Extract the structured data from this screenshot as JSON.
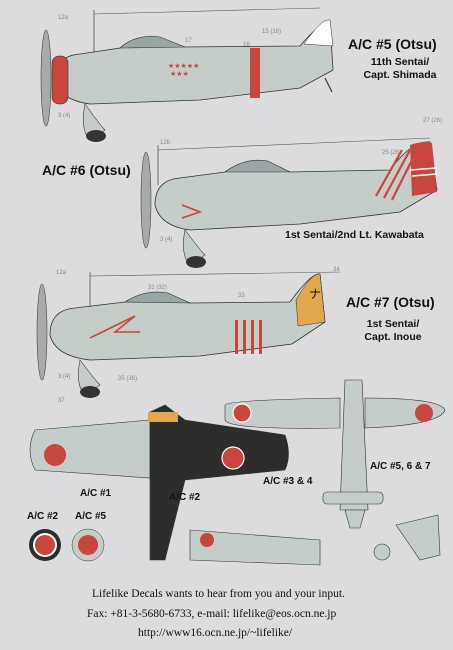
{
  "aircraft": [
    {
      "title": "A/C #5 (Otsu)",
      "unit": "11th Sentai/",
      "pilot": "Capt. Shimada"
    },
    {
      "title": "A/C #6 (Otsu)",
      "unit_pilot": "1st Sentai/2nd Lt. Kawabata"
    },
    {
      "title": "A/C #7 (Otsu)",
      "unit": "1st Sentai/",
      "pilot": "Capt. Inoue"
    }
  ],
  "views": {
    "topview_a": "A/C #1",
    "topview_b": "A/C #2",
    "rear_a": "A/C #2",
    "rear_b": "A/C #5",
    "front_a": "A/C #3 & 4",
    "front_b": "A/C #5, 6 & 7"
  },
  "callouts": {
    "c12a": "12a",
    "c17": "17",
    "c16": "16",
    "c15": "15 (16)",
    "c34": "3 (4)",
    "c12b": "12b",
    "c27": "27 (28)",
    "c25": "25 (26)",
    "c34b": "3 (4)",
    "c12c": "12a",
    "c31": "31 (32)",
    "c33": "33",
    "c34c": "34",
    "c35": "35 (36)",
    "c34d": "3 (4)",
    "c37": "37"
  },
  "footer": {
    "line1": "Lifelike Decals wants to hear from you and your input.",
    "line2": "Fax: +81-3-5680-6733,  e-mail: lifelike@eos.ocn.ne.jp",
    "line3": "http://www16.ocn.ne.jp/~lifelike/"
  },
  "colors": {
    "background": "#dcdcde",
    "airframe": "#c5cdc8",
    "hinomaru": "#c8463e",
    "dark_green": "#2b2e2a",
    "tail_yellow": "#e2a64c"
  }
}
